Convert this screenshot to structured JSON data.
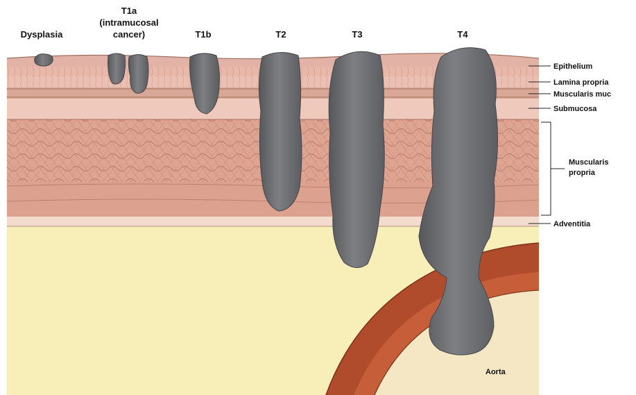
{
  "stages": [
    {
      "id": "dysplasia",
      "lines": [
        "Dysplasia"
      ]
    },
    {
      "id": "t1a",
      "lines": [
        "T1a",
        "(intramucosal",
        "cancer)"
      ]
    },
    {
      "id": "t1b",
      "lines": [
        "T1b"
      ]
    },
    {
      "id": "t2",
      "lines": [
        "T2"
      ]
    },
    {
      "id": "t3",
      "lines": [
        "T3"
      ]
    },
    {
      "id": "t4",
      "lines": [
        "T4"
      ]
    }
  ],
  "layers": {
    "epithelium": "Epithelium",
    "lamina_propria": "Lamina propria",
    "muscularis_mucosae": "Muscularis muc",
    "submucosa": "Submucosa",
    "muscularis_propria_1": "Muscularis",
    "muscularis_propria_2": "propria",
    "adventitia": "Adventitia"
  },
  "aorta_label": "Aorta",
  "colors": {
    "epithelium": "#e3b2a6",
    "lamina": "#eec3b6",
    "mucosae": "#d9a796",
    "submucosa": "#f0c9bd",
    "muscle": "#dfa593",
    "adventitia": "#f3dccd",
    "background": "#f7eeb8",
    "tumor": "#6d6e72",
    "aorta": "#b04c2c"
  }
}
